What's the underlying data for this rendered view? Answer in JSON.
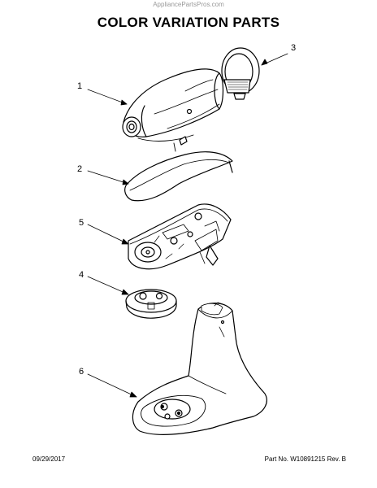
{
  "watermark": "AppliancePartsPros.com",
  "title": "COLOR VARIATION PARTS",
  "callouts": {
    "c1": "1",
    "c2": "2",
    "c3": "3",
    "c4": "4",
    "c5": "5",
    "c6": "6"
  },
  "footer": {
    "date": "09/29/2017",
    "part_info": "Part No.  W10891215  Rev.  B"
  }
}
